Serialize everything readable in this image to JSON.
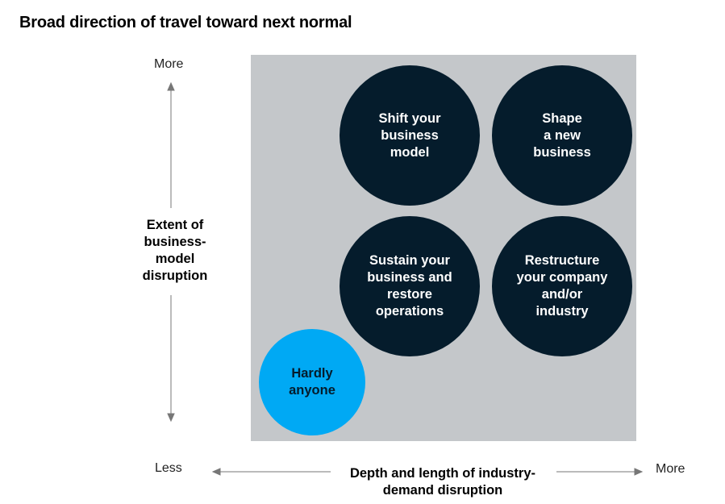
{
  "title": "Broad direction of travel toward next normal",
  "y_axis": {
    "label": "Extent of\nbusiness-\nmodel\ndisruption",
    "top": "More",
    "bottom": "Less"
  },
  "x_axis": {
    "label": "Depth and length of industry-\ndemand disruption",
    "left": "Less",
    "right": "More"
  },
  "quadrants": [
    {
      "label": "Shift your\nbusiness\nmodel",
      "color": "#051c2c"
    },
    {
      "label": "Shape\na  new\nbusiness",
      "color": "#051c2c"
    },
    {
      "label": "Sustain your\nbusiness and\nrestore\noperations",
      "color": "#051c2c"
    },
    {
      "label": "Restructure\nyour company\nand/or\nindustry",
      "color": "#051c2c"
    },
    {
      "label": "Hardly\nanyone",
      "color": "#00a9f4"
    }
  ],
  "colors": {
    "background_box": "#c4c7ca",
    "arrow": "#777777"
  }
}
